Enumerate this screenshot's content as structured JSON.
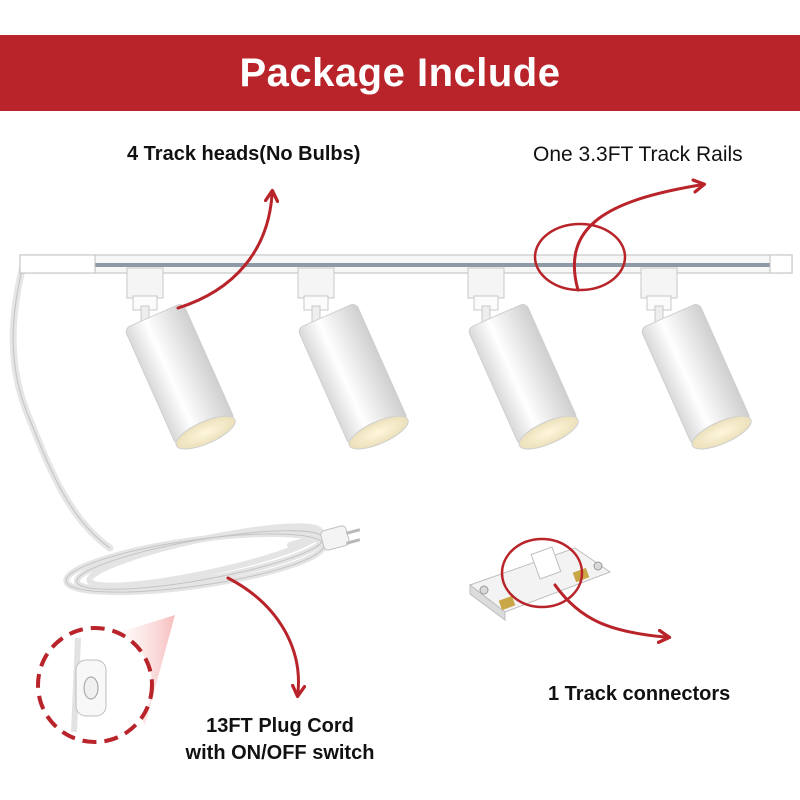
{
  "banner": {
    "title": "Package Include"
  },
  "labels": {
    "track_heads": "4 Track heads(No Bulbs)",
    "track_rails": "One 3.3FT Track Rails",
    "connectors": "1 Track connectors",
    "plug_cord_line1": "13FT Plug Cord",
    "plug_cord_line2": "with ON/OFF switch"
  },
  "colors": {
    "accent": "#b8242a",
    "text": "#111111",
    "product": "#ffffff"
  }
}
